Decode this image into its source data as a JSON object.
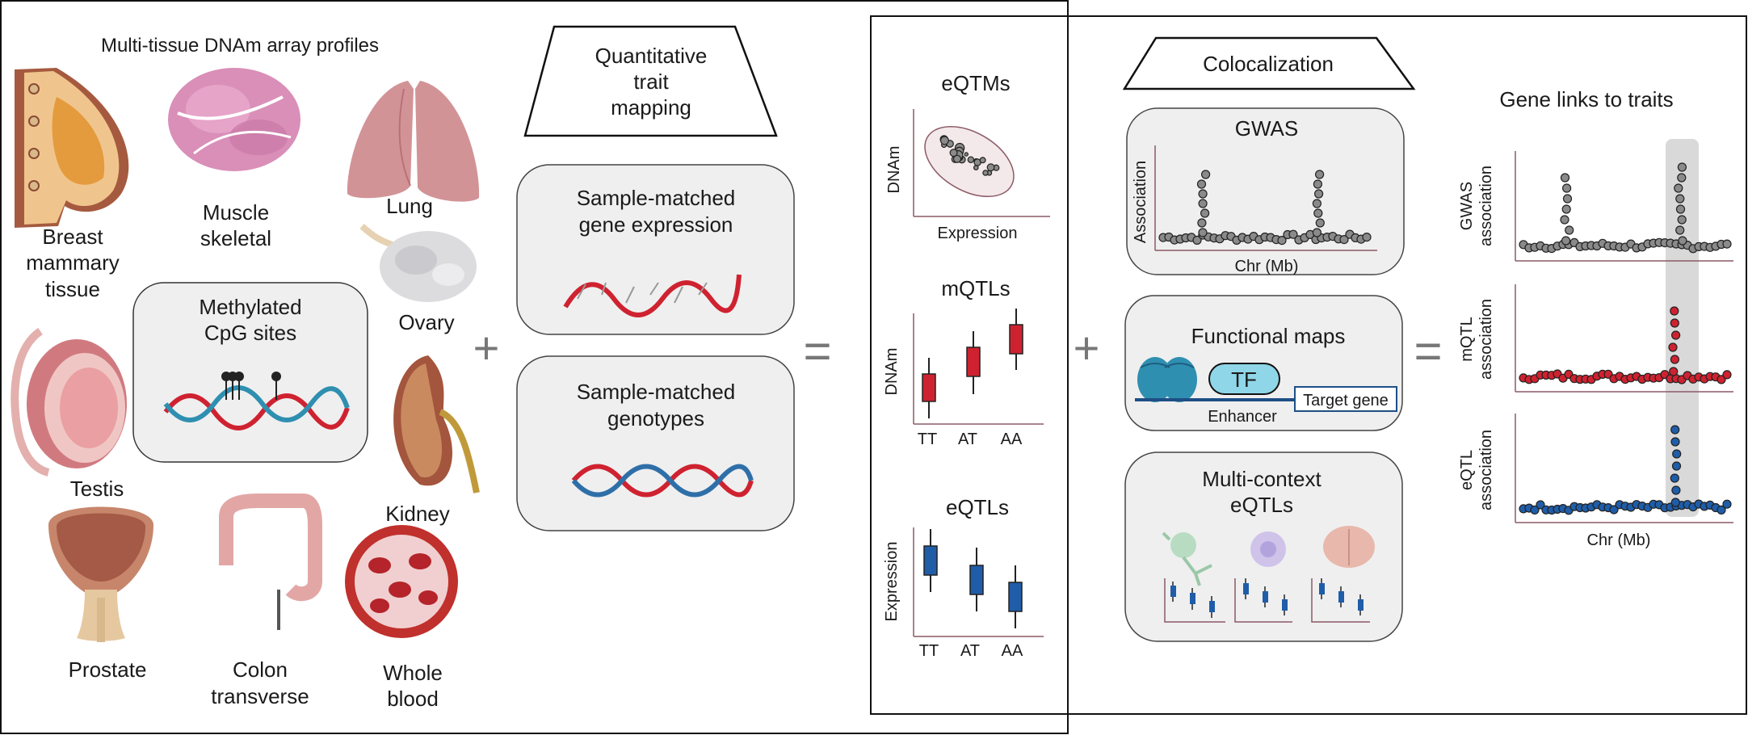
{
  "tissues": {
    "header": "Multi-tissue DNAm array profiles",
    "breast": [
      "Breast",
      "mammary",
      "tissue"
    ],
    "muscle": [
      "Muscle",
      "skeletal"
    ],
    "lung": "Lung",
    "ovary": "Ovary",
    "testis": "Testis",
    "kidney": "Kidney",
    "prostate": "Prostate",
    "colon": [
      "Colon",
      "transverse"
    ],
    "blood": [
      "Whole",
      "blood"
    ],
    "methylated": [
      "Methylated",
      "CpG sites"
    ]
  },
  "qtm": {
    "title": [
      "Quantitative",
      "trait",
      "mapping"
    ],
    "expression": [
      "Sample-matched",
      "gene expression"
    ],
    "genotypes": [
      "Sample-matched",
      "genotypes"
    ]
  },
  "operators": {
    "plus": "+",
    "equals": "="
  },
  "results": {
    "eqtm": {
      "title": "eQTMs",
      "ylabel": "DNAm",
      "xlabel": "Expression"
    },
    "mqtl": {
      "title": "mQTLs",
      "ylabel": "DNAm",
      "ticks": [
        "TT",
        "AT",
        "AA"
      ]
    },
    "eqtl": {
      "title": "eQTLs",
      "ylabel": "Expression",
      "ticks": [
        "TT",
        "AT",
        "AA"
      ]
    }
  },
  "coloc": {
    "title": "Colocalization",
    "gwas": {
      "title": "GWAS",
      "ylabel": "Association",
      "xlabel": "Chr (Mb)"
    },
    "functional": {
      "title": "Functional maps",
      "tf": "TF",
      "enhancer": "Enhancer",
      "target": "Target gene"
    },
    "multi": {
      "title": [
        "Multi-context",
        "eQTLs"
      ]
    }
  },
  "genelinks": {
    "title": "Gene links to traits",
    "gwas_ylabel": [
      "GWAS",
      "association"
    ],
    "mqtl_ylabel": [
      "mQTL",
      "association"
    ],
    "eqtl_ylabel": [
      "eQTL",
      "association"
    ],
    "xlabel": "Chr (Mb)"
  },
  "colors": {
    "red": "#cf2230",
    "blue": "#1f5da8",
    "teal": "#2f8fb0",
    "gray_point": "#8a8a8a",
    "box_fill": "#efefef",
    "axis": "#8c5a66"
  }
}
